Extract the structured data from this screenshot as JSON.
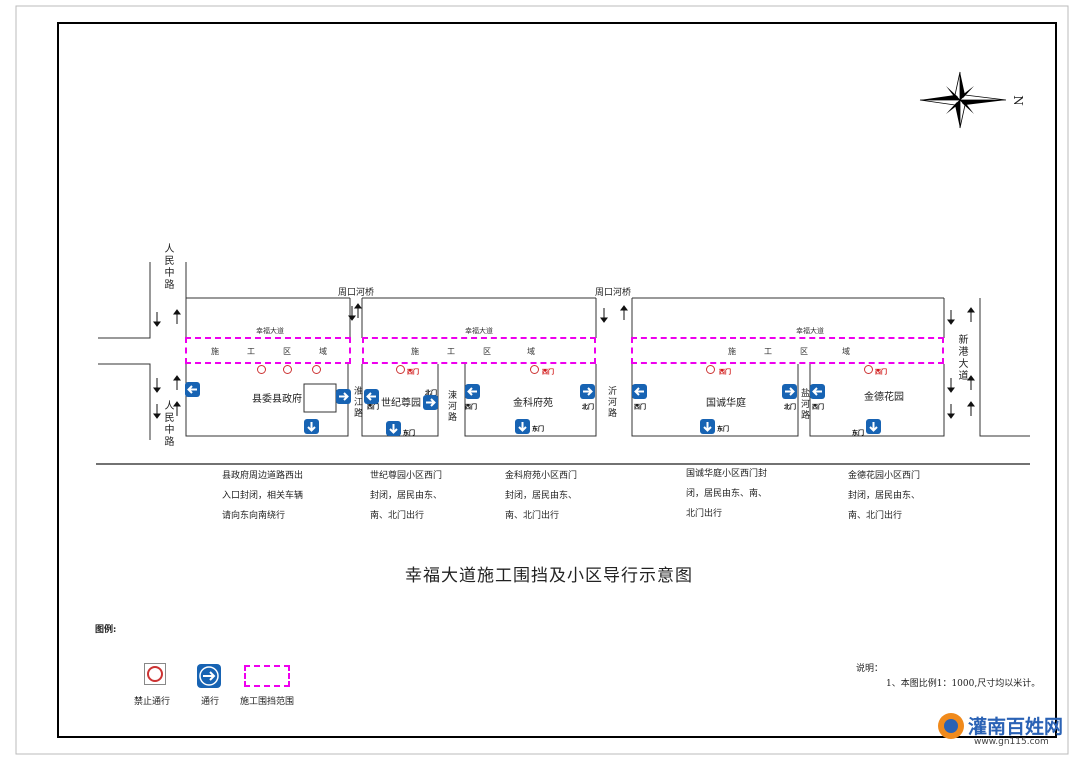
{
  "map": {
    "title": "幸福大道施工围挡及小区导行示意图",
    "north_label": "N",
    "roads": {
      "renmin": "人民中路",
      "zhoukou_bridge_1": "周口河桥",
      "zhoukou_bridge_2": "周口河桥",
      "xingang": "新港大道",
      "huajiang": "淮江路",
      "suhe": "涑河路",
      "yihe": "沂河路",
      "yanhe": "盐河路"
    },
    "avenue_labels": [
      "幸福大道",
      "幸福大道",
      "幸福大道"
    ],
    "zone_label": [
      "施",
      "工",
      "区",
      "域"
    ],
    "blocks": [
      "县委县政府",
      "世纪尊园",
      "金科府苑",
      "国诚华庭",
      "金德花园"
    ],
    "gates": {
      "west": "西门",
      "north": "北门",
      "east": "东门"
    },
    "notes": [
      [
        "县政府周边道路西出",
        "入口封闭，相关车辆",
        "请向东向南绕行"
      ],
      [
        "世纪尊园小区西门",
        "封闭，居民由东、",
        "南、北门出行"
      ],
      [
        "金科府苑小区西门",
        "封闭，居民由东、",
        "南、北门出行"
      ],
      [
        "国诚华庭小区西门封",
        "闭，居民由东、南、",
        "北门出行"
      ],
      [
        "金德花园小区西门",
        "封闭，居民由东、",
        "南、北门出行"
      ]
    ],
    "legend": {
      "heading": "图例:",
      "no_pass": "禁止通行",
      "pass": "通行",
      "fence": "施工围挡范围"
    },
    "explanation": {
      "heading": "说明：",
      "line1": "1、本图比例1：1000,尺寸均以米计。"
    }
  },
  "watermark": {
    "brand": "灌南百姓网",
    "url": "www.gn115.com"
  },
  "colors": {
    "fence": "#ee00ee",
    "pass_sign": "#1763b3",
    "no_pass_sign": "#cc3333",
    "brand": "#2a62b5"
  }
}
